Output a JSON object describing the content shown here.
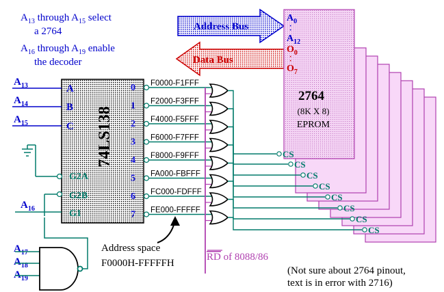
{
  "notes": {
    "line1": {
      "pre": "A",
      "sub_a": "13",
      "mid": " through A",
      "sub_b": "15",
      "post": " select"
    },
    "line2": "a 2764",
    "line3": {
      "pre": "A",
      "sub_a": "16",
      "mid": " through A",
      "sub_b": "19",
      "post": " enable"
    },
    "line4": "the decoder"
  },
  "buses": {
    "address": "Address Bus",
    "data": "Data Bus"
  },
  "eprom": {
    "pins_a0": {
      "letter": "A",
      "sub": "0"
    },
    "pins_a12": {
      "letter": "A",
      "sub": "12"
    },
    "pins_o0": {
      "letter": "O",
      "sub": "0"
    },
    "pins_o7": {
      "letter": "O",
      "sub": "7"
    },
    "part": "2764",
    "size": "(8K X 8)",
    "kind": "EPROM",
    "chip_select": "CS",
    "count": 8
  },
  "decoder": {
    "part": "74LS138",
    "inputs": [
      "A",
      "B",
      "C"
    ],
    "enables": [
      "G2A",
      "G2B",
      "G1"
    ],
    "outputs": [
      {
        "pin": "0",
        "range": "F0000-F1FFF"
      },
      {
        "pin": "1",
        "range": "F2000-F3FFF"
      },
      {
        "pin": "2",
        "range": "F4000-F5FFF"
      },
      {
        "pin": "3",
        "range": "F6000-F7FFF"
      },
      {
        "pin": "4",
        "range": "F8000-F9FFF"
      },
      {
        "pin": "5",
        "range": "FA000-FBFFF"
      },
      {
        "pin": "6",
        "range": "FC000-FDFFF"
      },
      {
        "pin": "7",
        "range": "FE000-FFFFF"
      }
    ]
  },
  "address_lines": [
    {
      "letter": "A",
      "sub": "13"
    },
    {
      "letter": "A",
      "sub": "14"
    },
    {
      "letter": "A",
      "sub": "15"
    },
    {
      "letter": "A",
      "sub": "16"
    },
    {
      "letter": "A",
      "sub": "17"
    },
    {
      "letter": "A",
      "sub": "18"
    },
    {
      "letter": "A",
      "sub": "19"
    }
  ],
  "address_space": {
    "line1": "Address space",
    "line2": "F0000H-FFFFFH"
  },
  "rd_signal": {
    "overbar": "RD",
    "rest": " of 8088/86"
  },
  "footnote": {
    "line1": "(Not sure about 2764 pinout,",
    "line2": "text is in error with 2716)"
  },
  "colors": {
    "blue": "#0000cc",
    "red": "#cc0000",
    "teal": "#007a6a",
    "magenta": "#b040b0",
    "chip_fill": "#f8d8f8",
    "decoder_fill": "#e0e0e0"
  }
}
